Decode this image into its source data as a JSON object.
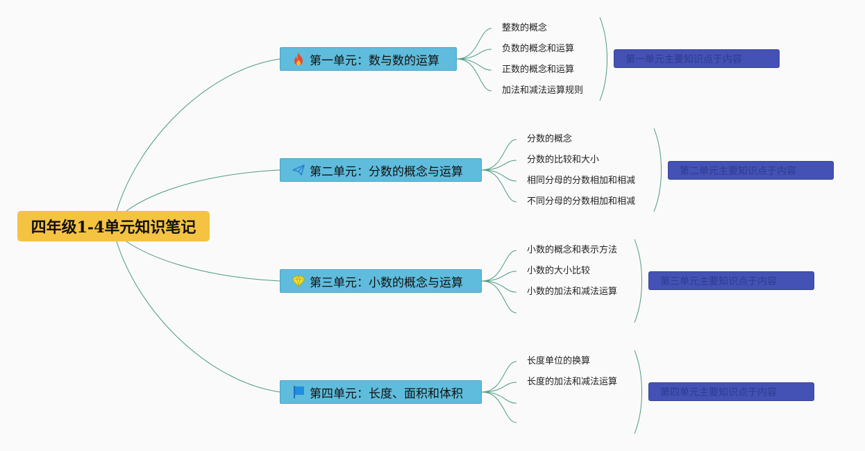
{
  "root": {
    "label": "四年级1-4单元知识笔记"
  },
  "units": [
    {
      "label": "第一单元：数与数的运算",
      "icon": "fire-icon",
      "icon_color": "#e84a2e",
      "items": [
        "整数的概念",
        "负数的概念和运算",
        "正数的概念和运算",
        "加法和减法运算规则"
      ],
      "summary": "第一单元主要知识点于内容"
    },
    {
      "label": "第二单元：分数的概念与运算",
      "icon": "paper-plane-icon",
      "icon_color": "#2f7fd0",
      "items": [
        "分数的概念",
        "分数的比较和大小",
        "相同分母的分数相加和相减",
        "不同分母的分数相加和相减"
      ],
      "summary": "第二单元主要知识点于内容"
    },
    {
      "label": "第三单元：小数的概念与运算",
      "icon": "diamond-icon",
      "icon_color": "#f2e23a",
      "items": [
        "小数的概念和表示方法",
        "小数的大小比较",
        "小数的加法和减法运算"
      ],
      "summary": "第三单元主要知识点于内容"
    },
    {
      "label": "第四单元：长度、面积和体积",
      "icon": "flag-icon",
      "icon_color": "#1f8de0",
      "items": [
        "长度单位的换算",
        "长度的加法和减法运算"
      ],
      "summary": "第四单元主要知识点于内容"
    }
  ],
  "colors": {
    "root_fill": "#f5c342",
    "unit_fill": "#5fbcdc",
    "summary_fill": "#4452b5",
    "connector": "#4a9a80"
  }
}
